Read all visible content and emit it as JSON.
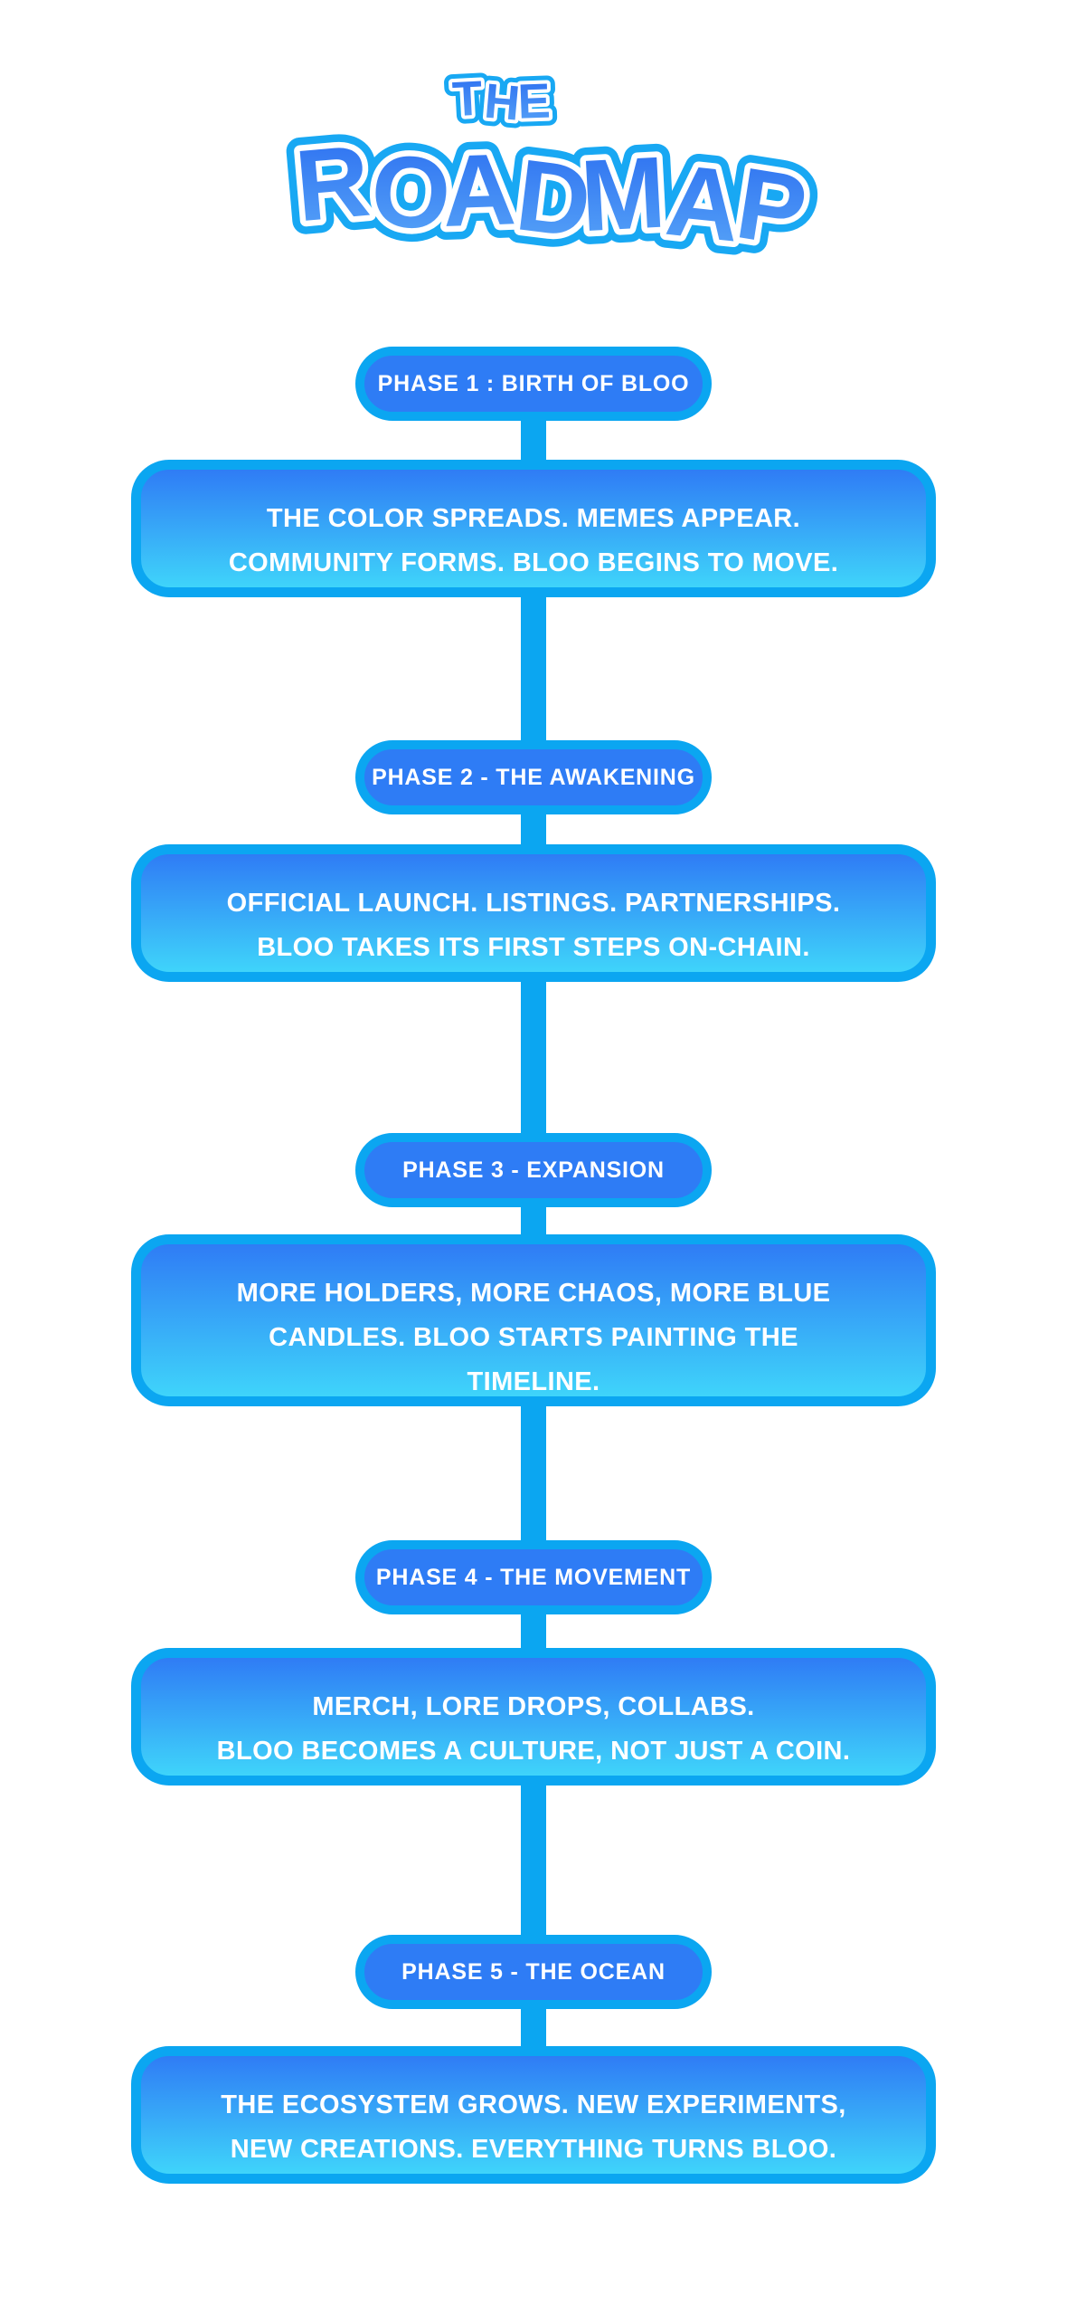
{
  "title": "The Roadmap",
  "colors": {
    "background": "#ffffff",
    "accent": "#0ba6f1",
    "pill_fill": "#2e7cf5",
    "box_top": "#2f7cf5",
    "box_bottom": "#3fd4fa",
    "text": "#ffffff",
    "logo_top": "#2a6cf0",
    "logo_bottom": "#5aa8f8",
    "logo_outline": "#18a8f3",
    "logo_stroke": "#ffffff"
  },
  "logo": {
    "line1": "THE",
    "line2": "ROADMAP"
  },
  "phases": [
    {
      "pill": "PHASE 1 : BIRTH OF BLOO",
      "lines": [
        "THE COLOR SPREADS. MEMES APPEAR.",
        "COMMUNITY FORMS. BLOO BEGINS TO MOVE."
      ]
    },
    {
      "pill": "PHASE 2 - THE AWAKENING",
      "lines": [
        "OFFICIAL LAUNCH. LISTINGS. PARTNERSHIPS.",
        "BLOO TAKES ITS FIRST STEPS ON-CHAIN."
      ]
    },
    {
      "pill": "PHASE 3 - EXPANSION",
      "lines": [
        "MORE HOLDERS, MORE CHAOS, MORE BLUE",
        "CANDLES. BLOO STARTS PAINTING THE",
        "TIMELINE."
      ]
    },
    {
      "pill": "PHASE 4 - THE MOVEMENT",
      "lines": [
        "MERCH, LORE DROPS, COLLABS.",
        "BLOO BECOMES A CULTURE, NOT JUST A COIN."
      ]
    },
    {
      "pill": "PHASE 5 - THE OCEAN",
      "lines": [
        "THE ECOSYSTEM GROWS. NEW EXPERIMENTS,",
        "NEW CREATIONS. EVERYTHING TURNS BLOO."
      ]
    }
  ]
}
